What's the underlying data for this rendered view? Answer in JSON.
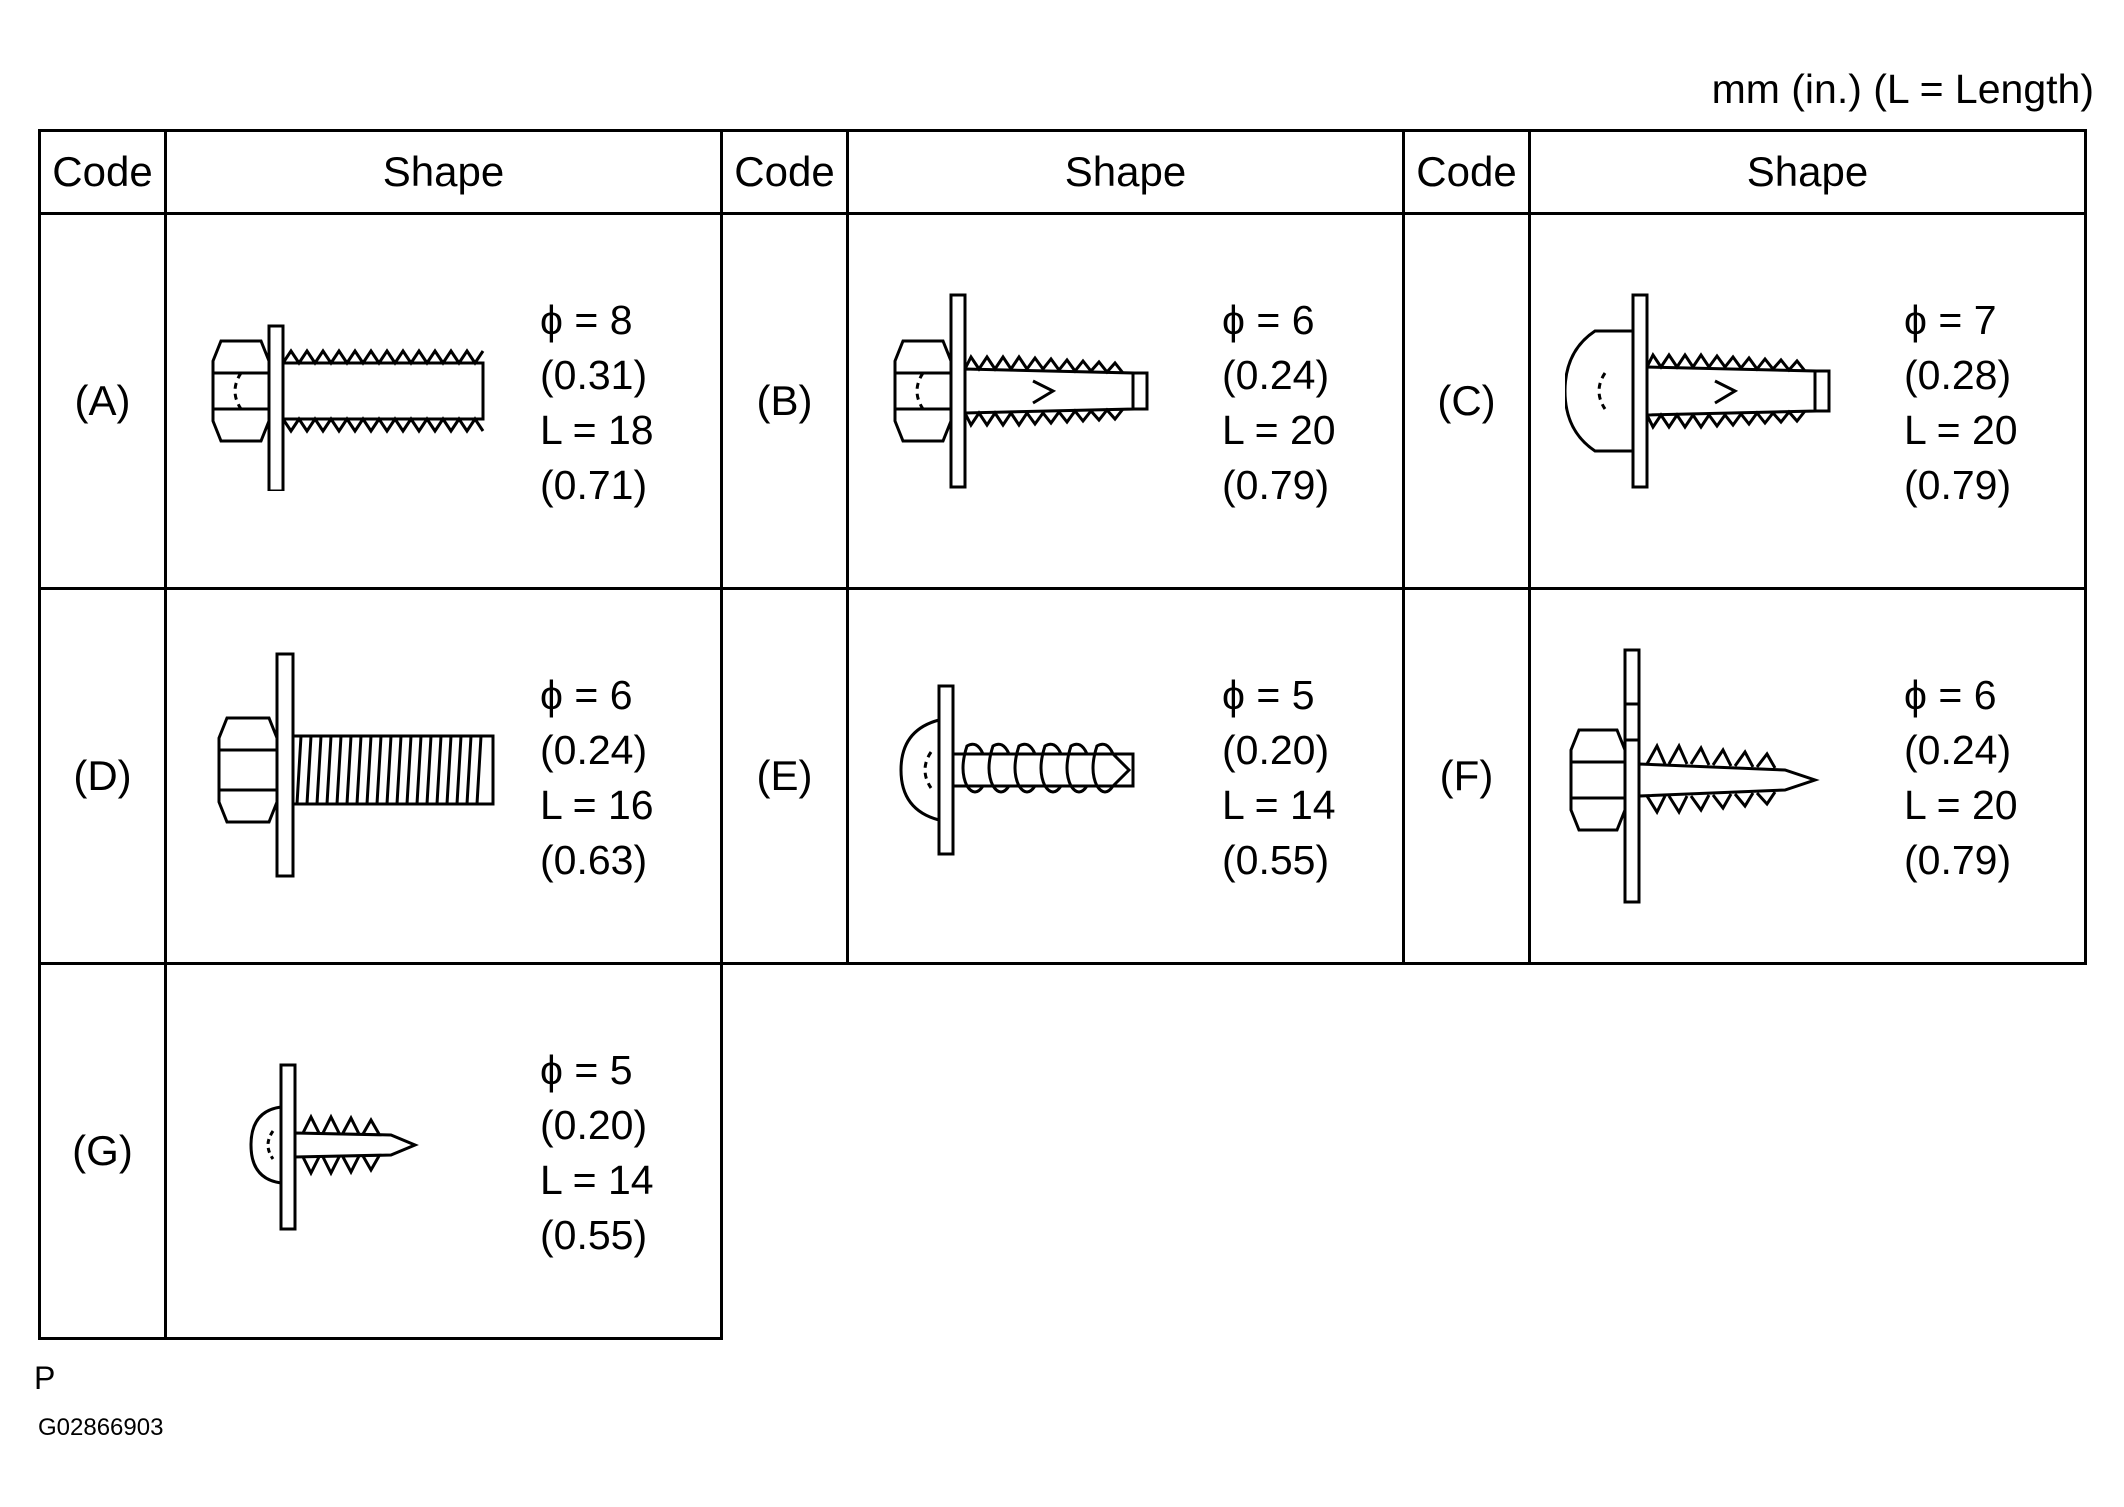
{
  "units_note": "mm (in.) (L = Length)",
  "header": {
    "code": "Code",
    "shape": "Shape"
  },
  "bolts": [
    {
      "code": "(A)",
      "icon": "flange-bolt-icon",
      "diameter": "ϕ = 8",
      "diameter_in": "(0.31)",
      "length": "L = 18",
      "length_in": "(0.71)"
    },
    {
      "code": "(B)",
      "icon": "washer-hex-screw-icon",
      "diameter": "ϕ = 6",
      "diameter_in": "(0.24)",
      "length": "L = 20",
      "length_in": "(0.79)"
    },
    {
      "code": "(C)",
      "icon": "washer-pan-screw-icon",
      "diameter": "ϕ = 7",
      "diameter_in": "(0.28)",
      "length": "L = 20",
      "length_in": "(0.79)"
    },
    {
      "code": "(D)",
      "icon": "washer-hex-bolt-icon",
      "diameter": "ϕ = 6",
      "diameter_in": "(0.24)",
      "length": "L = 16",
      "length_in": "(0.63)"
    },
    {
      "code": "(E)",
      "icon": "pan-tapping-screw-icon",
      "diameter": "ϕ = 5",
      "diameter_in": "(0.20)",
      "length": "L = 14",
      "length_in": "(0.55)"
    },
    {
      "code": "(F)",
      "icon": "hex-tapping-screw-icon",
      "diameter": "ϕ = 6",
      "diameter_in": "(0.24)",
      "length": "L = 20",
      "length_in": "(0.79)"
    },
    {
      "code": "(G)",
      "icon": "pan-wood-screw-icon",
      "diameter": "ϕ = 5",
      "diameter_in": "(0.20)",
      "length": "L = 14",
      "length_in": "(0.55)"
    }
  ],
  "footer": {
    "mark": "P",
    "figure_id": "G02866903"
  }
}
